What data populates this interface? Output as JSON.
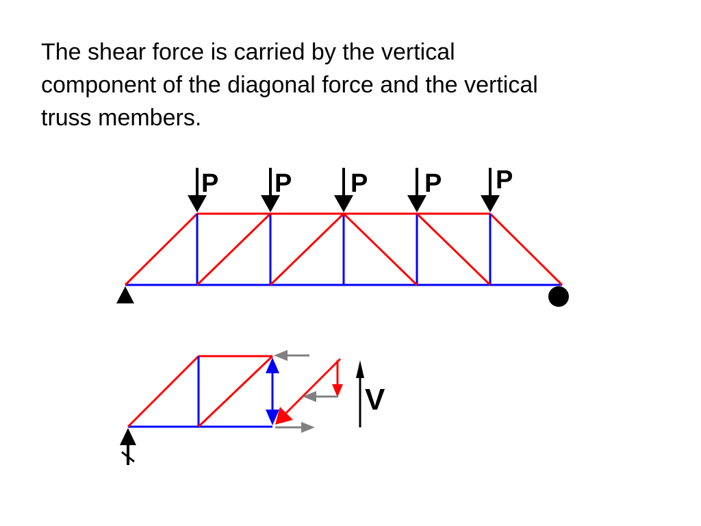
{
  "slide": {
    "lines": [
      "The shear force is carried by the vertical",
      "component of the diagonal force and the vertical",
      "truss members."
    ]
  },
  "truss": {
    "load_labels": [
      "P",
      "P",
      "P",
      "P",
      "P"
    ]
  },
  "free_body": {
    "shear_label": "V"
  },
  "colors": {
    "diagonal_member": "#ff0000",
    "vertical_chord_member": "#0000ff",
    "horizontal_force_arrow": "#808080",
    "load_arrow": "#000000"
  }
}
